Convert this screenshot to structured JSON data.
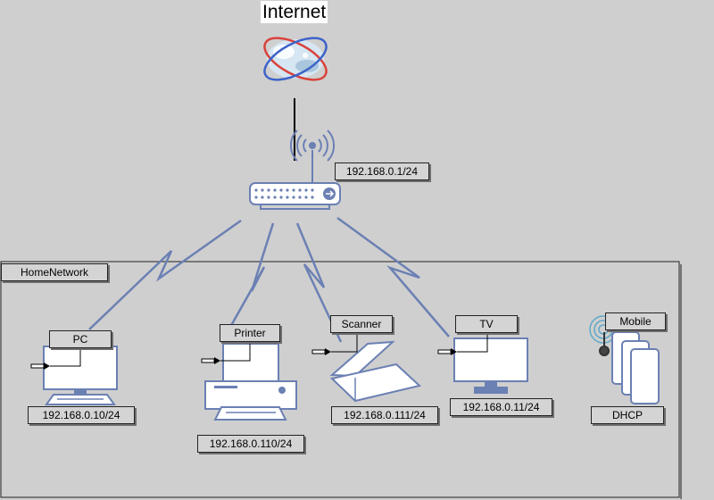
{
  "title": "Internet",
  "router": {
    "ip": "192.168.0.1/24"
  },
  "network": {
    "name": "HomeNetwork"
  },
  "devices": {
    "pc": {
      "name": "PC",
      "ip": "192.168.0.10/24"
    },
    "printer": {
      "name": "Printer",
      "ip": "192.168.0.110/24"
    },
    "scanner": {
      "name": "Scanner",
      "ip": "192.168.0.111/24"
    },
    "tv": {
      "name": "TV",
      "ip": "192.168.0.11/24"
    },
    "mobile": {
      "name": "Mobile",
      "ip": "DHCP"
    }
  },
  "colors": {
    "stroke": "#6b80b3",
    "device_fill": "#ffffff",
    "background": "#cfcfcf",
    "globe_red": "#d9423b",
    "globe_blue": "#3d63c9"
  },
  "icons": [
    "globe-icon",
    "wireless-router-icon",
    "pc-monitor-icon",
    "printer-icon",
    "scanner-icon",
    "tv-monitor-icon",
    "mobile-phones-icon"
  ]
}
